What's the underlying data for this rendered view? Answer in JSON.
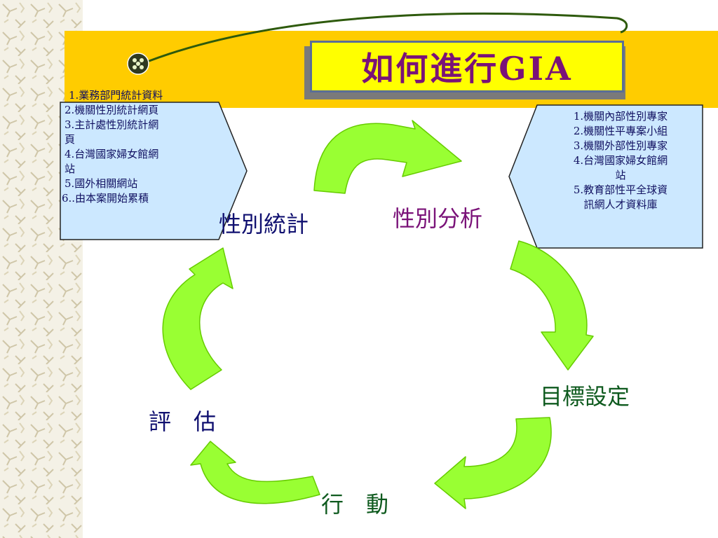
{
  "title": "如何進行GIA",
  "left_sources": [
    "1.業務部門統計資料",
    "2.機關性別統計網頁",
    "3.主計處性別統計網",
    "頁",
    "4.台灣國家婦女館網",
    "站",
    "5.國外相關網站",
    "6..由本案開始累積"
  ],
  "right_sources": [
    "1.機關內部性別專家",
    "2.機關性平專案小組",
    "3.機關外部性別專家",
    "4.台灣國家婦女館網",
    "站",
    "5.教育部性平全球資",
    "訊網人才資料庫"
  ],
  "cycle": {
    "stat": "性別統計",
    "analysis": "性別分析",
    "goal": "目標設定",
    "action": "行　動",
    "evaluate": "評　估"
  },
  "colors": {
    "band": "#ffcc00",
    "title_box": "#ffff00",
    "title_text": "#7a1278",
    "arrow_fill": "#99ff33",
    "arrow_edge": "#66cc00",
    "callout_fill": "#cce8ff",
    "navy": "#101070",
    "green_text": "#0e5a1e"
  }
}
